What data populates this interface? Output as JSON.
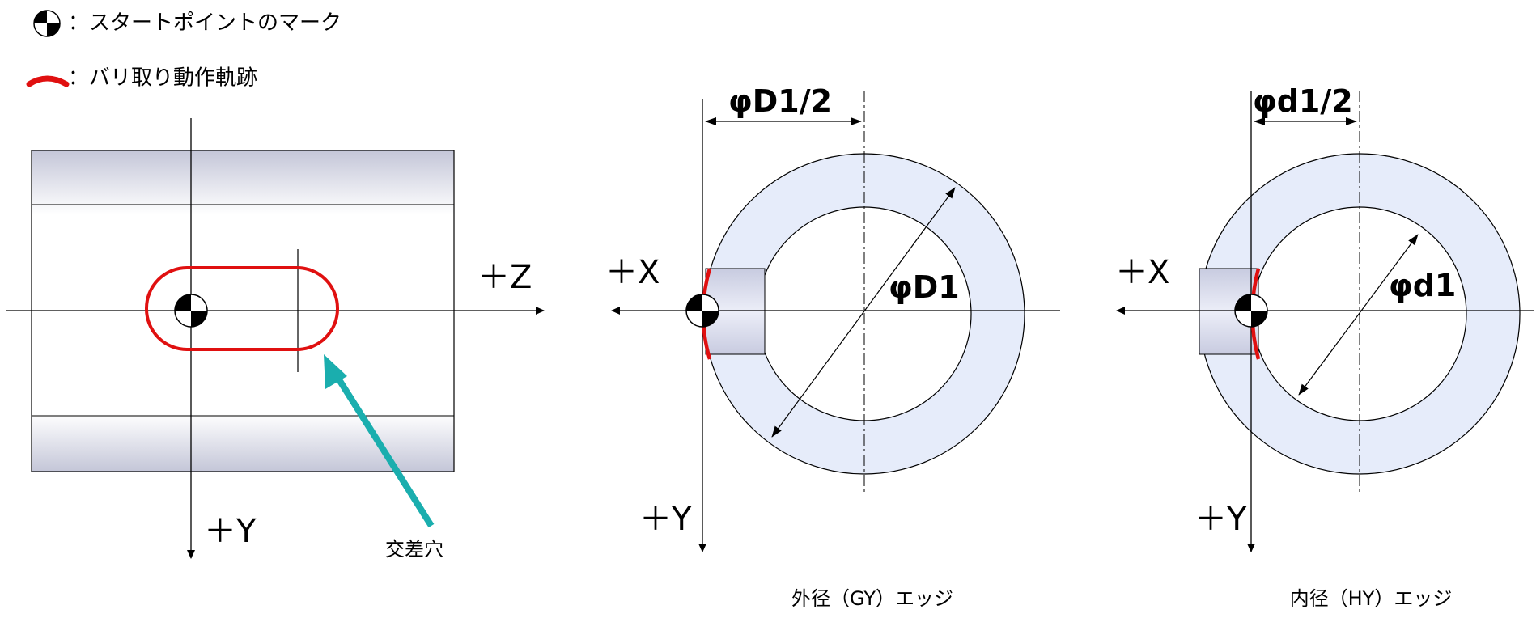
{
  "legend": {
    "start_mark": "：スタートポイントのマーク",
    "deburr_path": "：バリ取り動作軌跡"
  },
  "side_view": {
    "z_axis": "＋Z",
    "y_axis": "＋Y",
    "cross_hole": "交差穴"
  },
  "outer_view": {
    "x_axis": "＋X",
    "y_axis": "＋Y",
    "dim_half": "φD1/2",
    "dim_full": "φD1",
    "caption": "外径（GY）エッジ"
  },
  "inner_view": {
    "x_axis": "＋X",
    "y_axis": "＋Y",
    "dim_half": "φd1/2",
    "dim_full": "φd1",
    "caption": "内径（HY）エッジ"
  },
  "colors": {
    "path": "#e01010",
    "arrow": "#1aaeae",
    "fill": "#e6ecfa"
  }
}
